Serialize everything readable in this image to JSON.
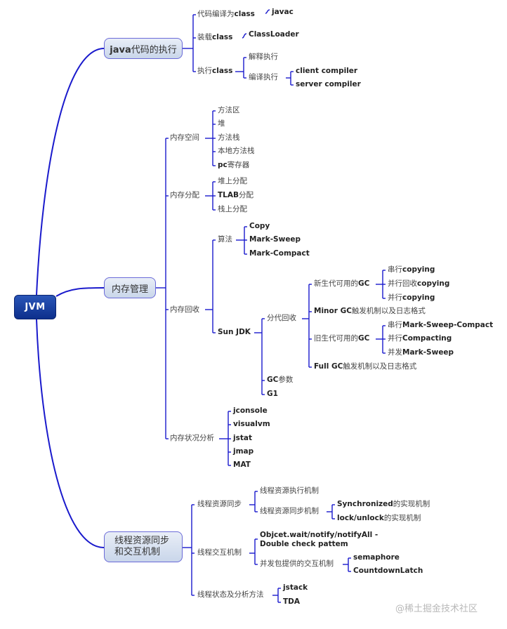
{
  "root": {
    "label": "JVM"
  },
  "line_color": "#1a1acc",
  "branches": {
    "exec": {
      "label": "java代码的执行",
      "compile": {
        "label": "代码编译为",
        "bold": "class",
        "child": "javac"
      },
      "load": {
        "label": "装载",
        "bold": "class",
        "child": "ClassLoader"
      },
      "run": {
        "label": "执行",
        "bold": "class",
        "interpret": "解释执行",
        "compile_exec": "编译执行",
        "compilers": [
          "client compiler",
          "server compiler"
        ]
      }
    },
    "mem": {
      "label": "内存管理",
      "space": {
        "label": "内存空间",
        "items": [
          "方法区",
          "堆",
          "方法栈",
          "本地方法栈"
        ],
        "pc_bold": "pc",
        "pc_rest": "寄存器"
      },
      "alloc": {
        "label": "内存分配",
        "heap": "堆上分配",
        "tlab_bold": "TLAB",
        "tlab_rest": "分配",
        "stack": "栈上分配"
      },
      "gc": {
        "label": "内存回收",
        "algo": {
          "label": "算法",
          "items": [
            "Copy",
            "Mark-Sweep",
            "Mark-Compact"
          ]
        },
        "sunjdk": {
          "label": "Sun JDK",
          "gen": {
            "label": "分代回收",
            "young": {
              "label": "新生代可用的",
              "bold": "GC",
              "items": [
                {
                  "pre": "串行",
                  "bold": "copying"
                },
                {
                  "pre": "并行回收",
                  "bold": "copying"
                },
                {
                  "pre": "并行",
                  "bold": "copying"
                }
              ]
            },
            "minor": {
              "bold": "Minor GC",
              "rest": "触发机制以及日志格式"
            },
            "old": {
              "label": "旧生代可用的",
              "bold": "GC",
              "items": [
                {
                  "pre": "串行",
                  "bold": "Mark-Sweep-Compact"
                },
                {
                  "pre": "并行",
                  "bold": "Compacting"
                },
                {
                  "pre": "并发",
                  "bold": "Mark-Sweep"
                }
              ]
            },
            "full": {
              "bold": "Full GC",
              "rest": "触发机制以及日志格式"
            }
          },
          "params": {
            "bold": "GC",
            "rest": "参数"
          },
          "g1": "G1"
        }
      },
      "analysis": {
        "label": "内存状况分析",
        "tools": [
          "jconsole",
          "visualvm",
          "jstat",
          "jmap",
          "MAT"
        ]
      }
    },
    "thread": {
      "label_line1": "线程资源同步",
      "label_line2": "和交互机制",
      "sync": {
        "label": "线程资源同步",
        "exec": "线程资源执行机制",
        "mech": "线程资源同步机制",
        "impls": [
          {
            "bold": "Synchronized",
            "rest": "的实现机制"
          },
          {
            "bold": "lock/unlock",
            "rest": "的实现机制"
          }
        ]
      },
      "interact": {
        "label": "线程交互机制",
        "wait_line1": "Objcet.wait/notify/notifyAll -",
        "wait_line2": "Double check pattem",
        "concurrent": "并发包提供的交互机制",
        "tools": [
          "semaphore",
          "CountdownLatch"
        ]
      },
      "state": {
        "label": "线程状态及分析方法",
        "tools": [
          "jstack",
          "TDA"
        ]
      }
    }
  },
  "watermark": "@稀土掘金技术社区"
}
